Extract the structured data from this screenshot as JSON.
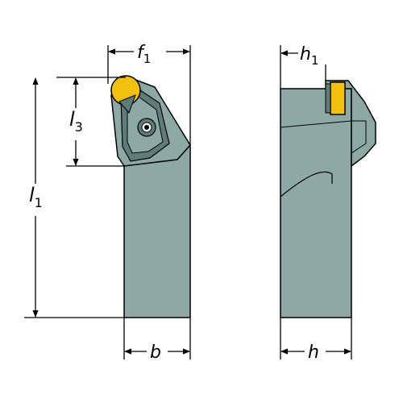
{
  "colors": {
    "holder_body": "#8ea9a5",
    "holder_dark": "#5f7c78",
    "insert_yellow": "#f2c10f",
    "outline": "#000000",
    "background": "#ffffff"
  },
  "labels": {
    "f1": {
      "main": "f",
      "sub": "1"
    },
    "h1": {
      "main": "h",
      "sub": "1"
    },
    "l3": {
      "main": "l",
      "sub": "3"
    },
    "l1": {
      "main": "l",
      "sub": "1"
    },
    "b": {
      "main": "b"
    },
    "h": {
      "main": "h"
    }
  }
}
